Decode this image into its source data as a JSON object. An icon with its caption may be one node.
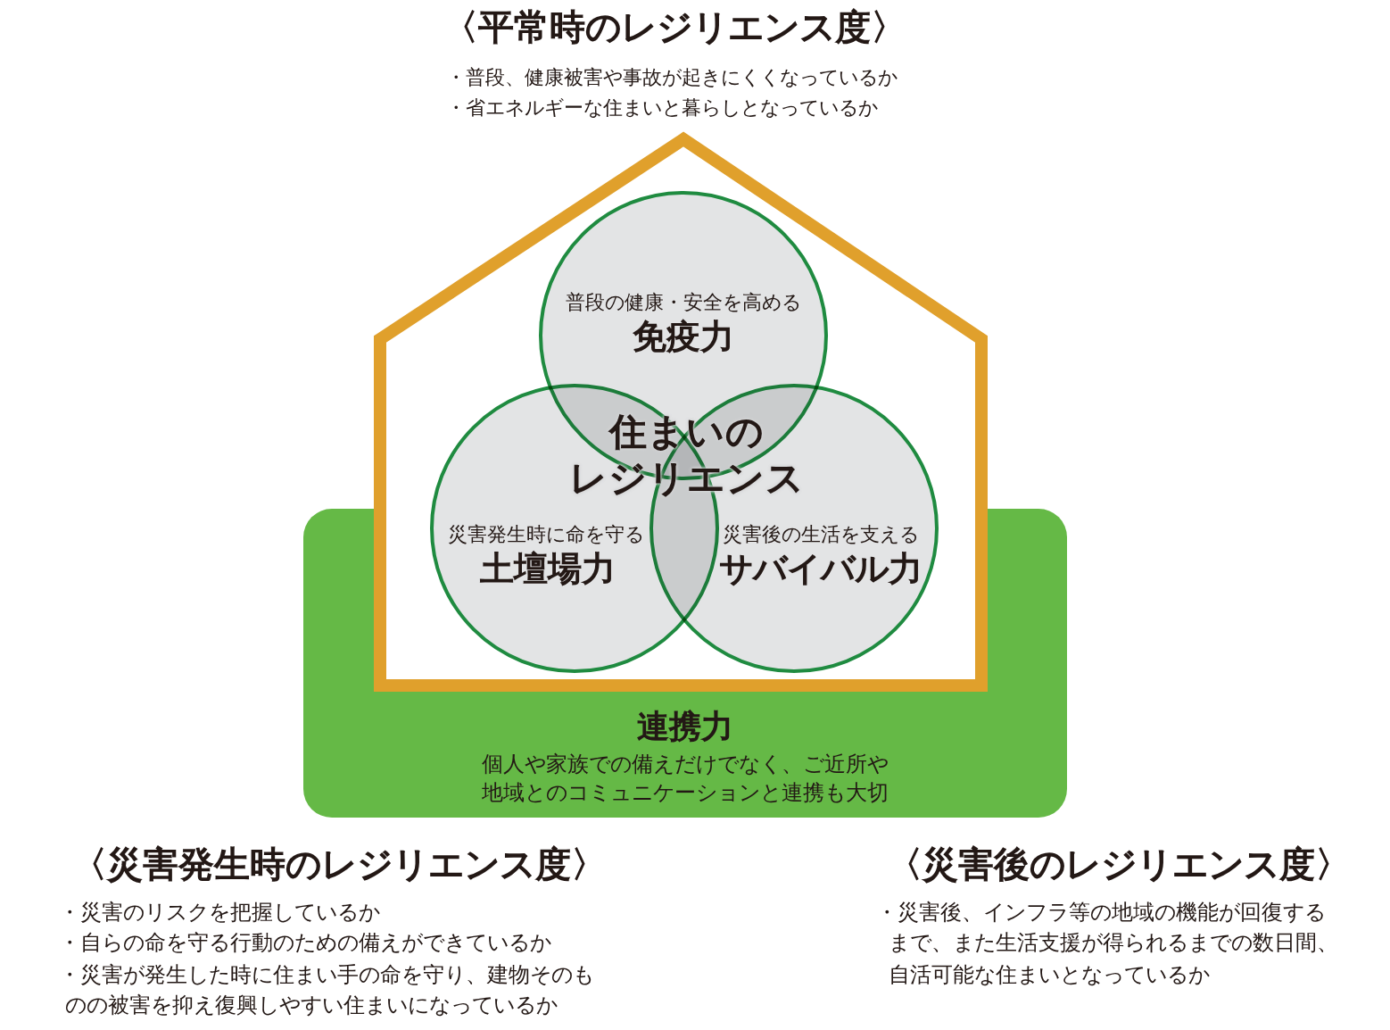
{
  "diagram": {
    "nodes": [
      {
        "text": [],
        "shape": "house"
      },
      {
        "text": [
          "普段の健康・安全を高める",
          "免疫力"
        ],
        "in": 0
      },
      {
        "text": [
          "災害発生時に命を守る",
          "土壇場力"
        ],
        "in": 0
      },
      {
        "text": [
          "災害後の生活を支える",
          "サバイバル力"
        ],
        "in": 0
      },
      {
        "text": [
          "連携力",
          "個人や家族での備えだけでなく、ご近所や地域とのコミュニケーションと連携も大切"
        ]
      }
    ],
    "labels": [
      "〈平常時のレジリエンス度〉",
      "・普段、健康被害や事故が起きにくくなっているか",
      "・省エネルギーな住まいと暮らしとなっているか",
      "住まいのレジリエンス",
      "〈災害発生時のレジリエンス度〉",
      "・災害のリスクを把握しているか",
      "・自らの命を守る行動のための備えができているか",
      "・災害が発生した時に住まい手の命を守り、建物そのものの被害を抑え復興しやすい住まいになっているか",
      "〈災害後のレジリエンス度〉",
      "・災害後、インフラ等の地域の機能が回復するまで、また生活支援が得られるまでの数日間、自活可能な住まいとなっているか"
    ]
  }
}
